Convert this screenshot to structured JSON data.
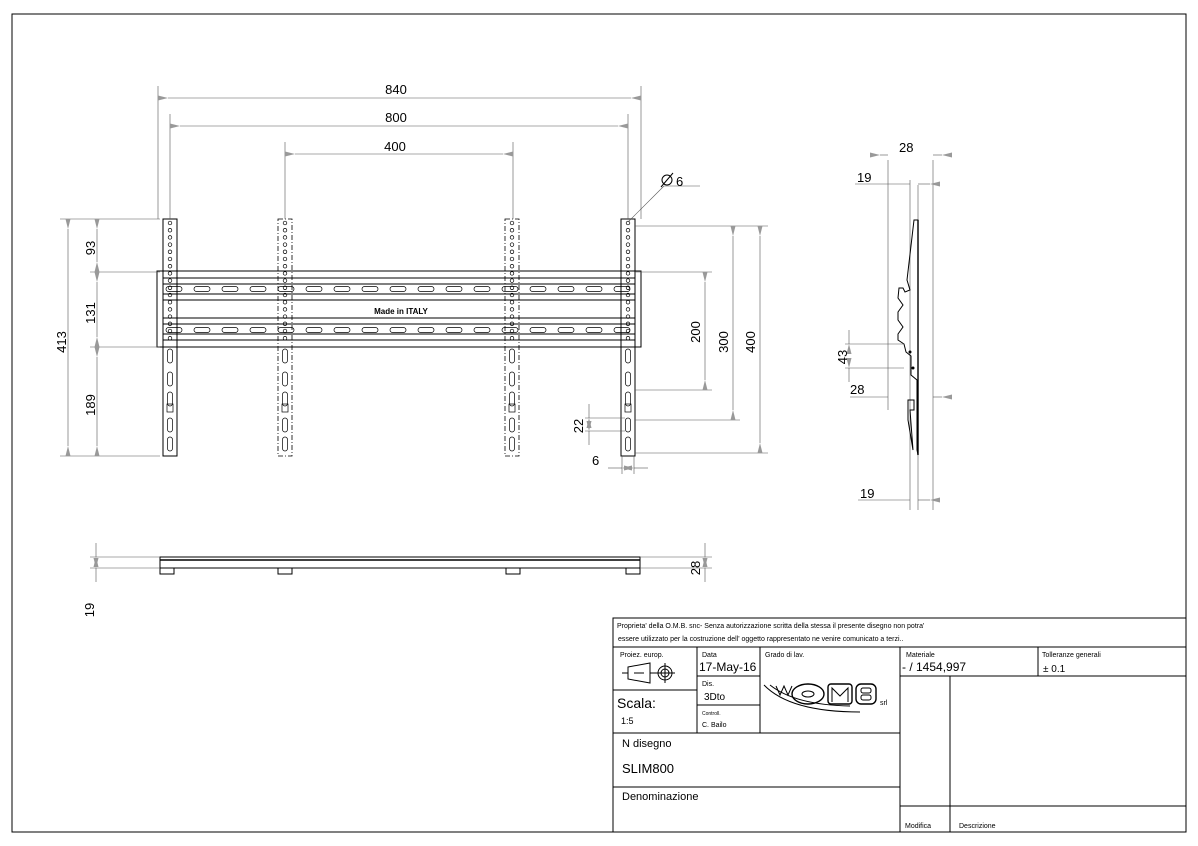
{
  "front_view": {
    "dimensions": {
      "overall_width": "840",
      "hole_span": "800",
      "inner_span": "400",
      "hole_diameter": "6",
      "total_height": "413",
      "top_section": "93",
      "middle_section": "131",
      "bottom_section": "189",
      "vesa_200": "200",
      "vesa_300": "300",
      "vesa_400": "400",
      "slot_pitch": "22",
      "strip_offset": "6"
    },
    "marking": "Made in ITALY"
  },
  "side_view": {
    "dimensions": {
      "depth_top": "28",
      "offset_top": "19",
      "hook_spacing": "43",
      "depth_mid": "28",
      "offset_bottom": "19"
    }
  },
  "bottom_view": {
    "dimensions": {
      "depth": "28",
      "offset": "19"
    }
  },
  "title_block": {
    "notice_line1": "Proprieta' della O.M.B. snc- Senza autorizzazione scritta della stessa il presente disegno non potra'",
    "notice_line2": "essere utilizzato per la costruzione dell' oggetto rappresentato ne venire comunicato a terzi..",
    "projection_label": "Proiez. europ.",
    "date_label": "Data",
    "date_value": "17-May-16",
    "grade_label": "Grado di lav.",
    "material_label": "Materiale",
    "material_value": "- / 1454,997",
    "tolerance_label": "Tolleranze generali",
    "tolerance_value": "± 0.1",
    "drawn_label": "Dis.",
    "drawn_value": "3Dto",
    "checked_label": "Controll.",
    "checked_value": "C. Bailo",
    "scale_label": "Scala:",
    "scale_value": "1:5",
    "logo_text": "OMB",
    "logo_suffix": "srl",
    "drawing_no_label": "N disegno",
    "drawing_no_value": "SLIM800",
    "name_label": "Denominazione",
    "revision_label": "Modifica",
    "description_label": "Descrizione"
  }
}
